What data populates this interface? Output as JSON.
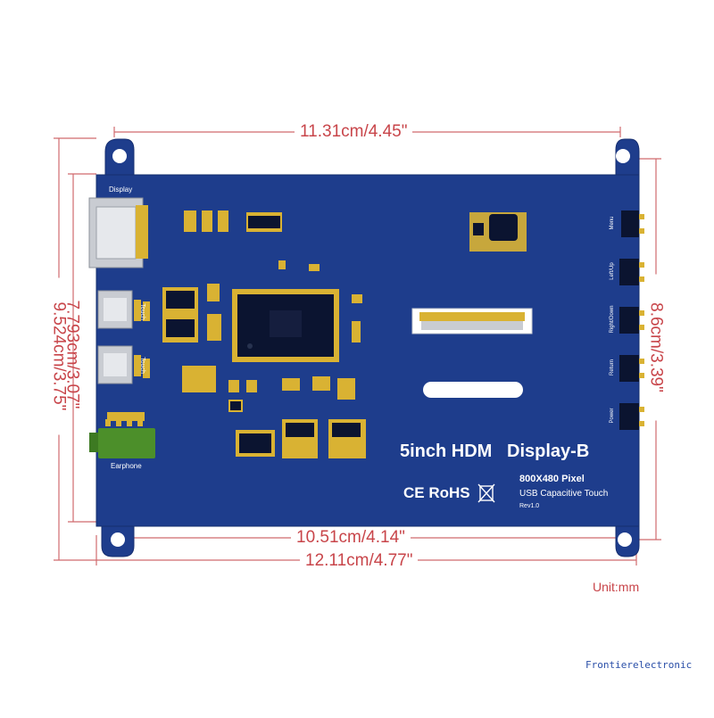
{
  "dimensions": {
    "top_width": "11.31cm/4.45\"",
    "bottom_inner_width": "10.51cm/4.14\"",
    "bottom_outer_width": "12.11cm/4.77\"",
    "left_outer_height": "9.524cm/3.75\"",
    "left_inner_height": "7.793cm/3.07\"",
    "right_height": "8.6cm/3.39\""
  },
  "unit_note": "Unit:mm",
  "board": {
    "title": "5inch HDM   Display-B",
    "resolution": "800X480 Pixel",
    "touch": "USB Capacitive Touch",
    "revision": "Rev1.0",
    "certifications": "CE RoHS",
    "port_labels": {
      "display": "Display",
      "touch_1": "Touch",
      "touch_2": "Touch",
      "earphone": "Earphone"
    },
    "buttons": [
      "Menu",
      "Left/Up",
      "Right/Down",
      "Return",
      "Power"
    ]
  },
  "colors": {
    "pcb": "#1e3d8c",
    "pcb_dark": "#172f70",
    "dimension": "#c8454a",
    "gold": "#d9b233",
    "jack": "#4c8f2a"
  },
  "watermark": "Frontierelectronic"
}
